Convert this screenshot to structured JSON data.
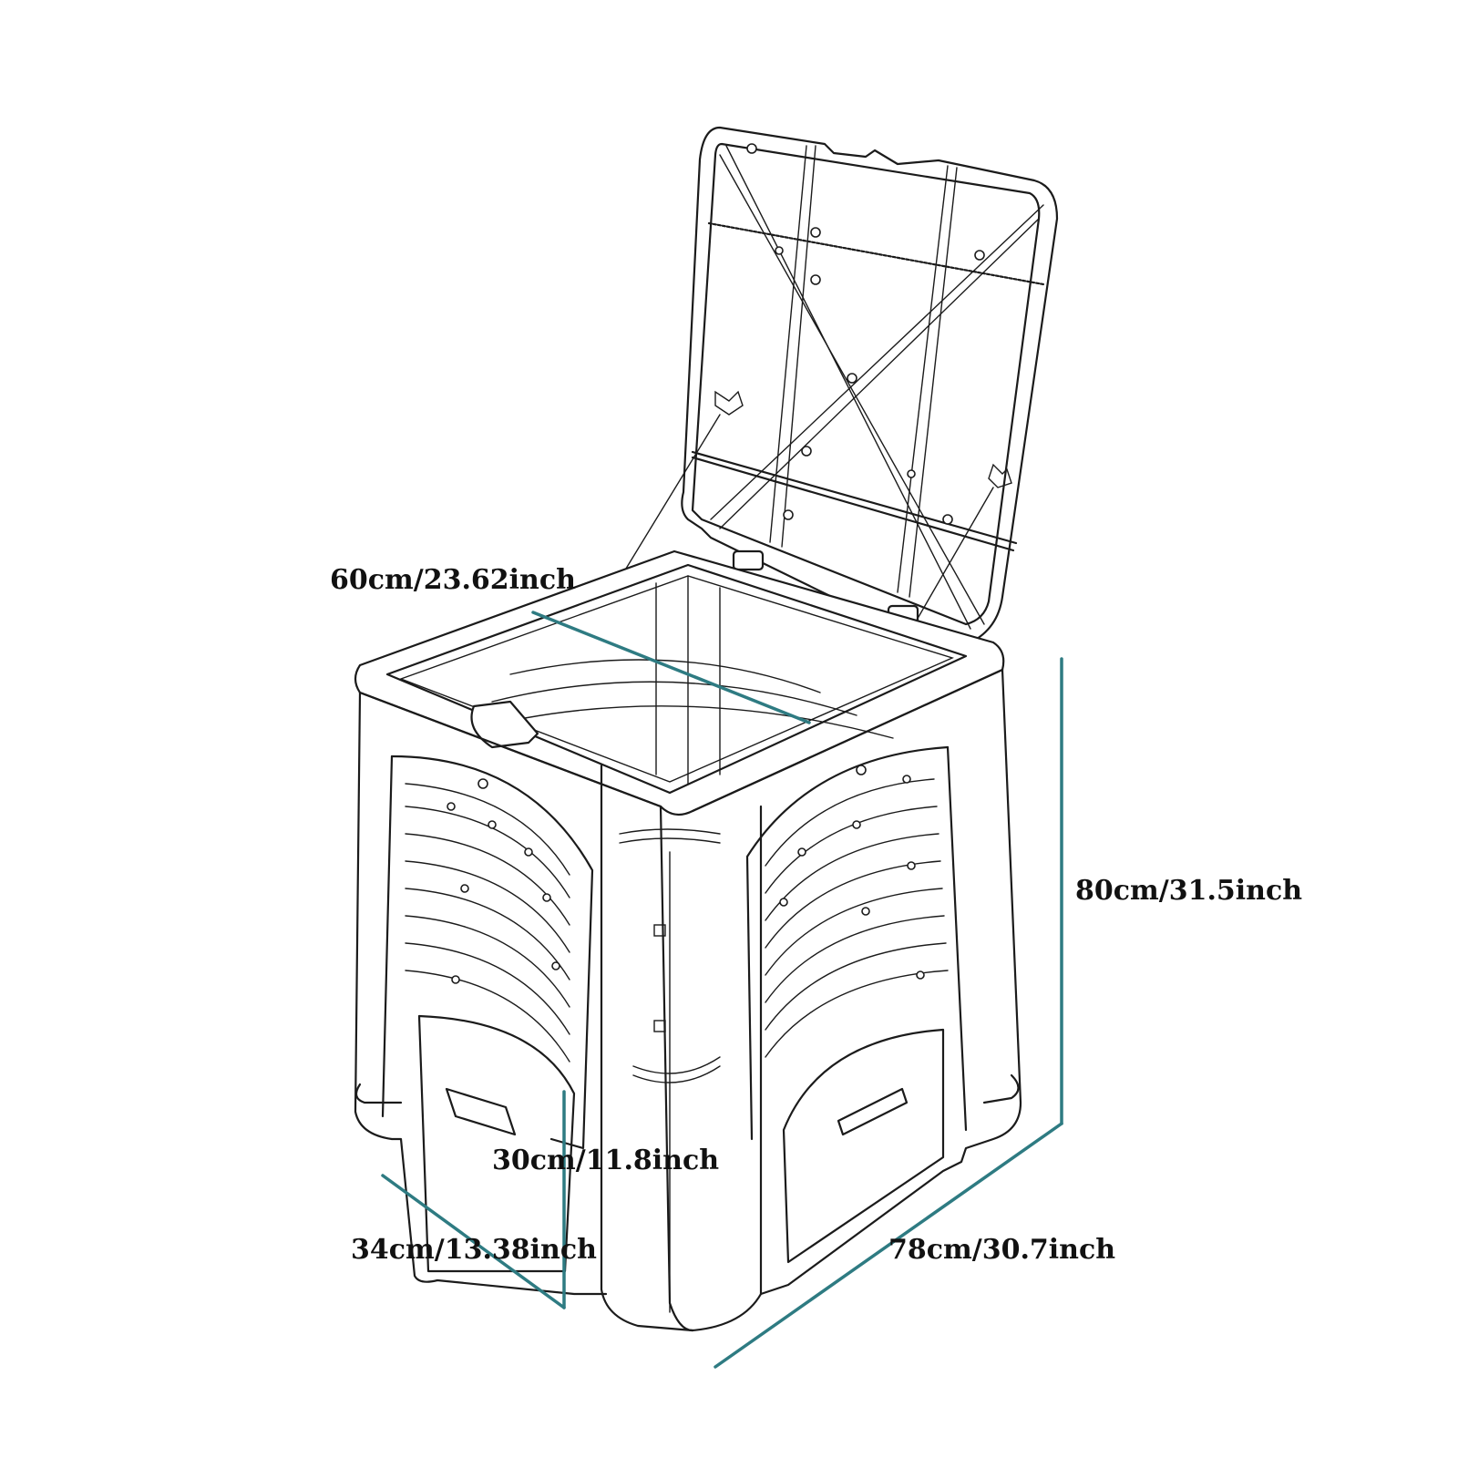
{
  "colors": {
    "dimension_line": "#2e7b82",
    "drawing": "#1b1b1b"
  },
  "dimensions": {
    "lid_width": "60cm/23.62inch",
    "height": "80cm/31.5inch",
    "door_height": "30cm/11.8inch",
    "door_width": "34cm/13.38inch",
    "base_width": "78cm/30.7inch"
  }
}
